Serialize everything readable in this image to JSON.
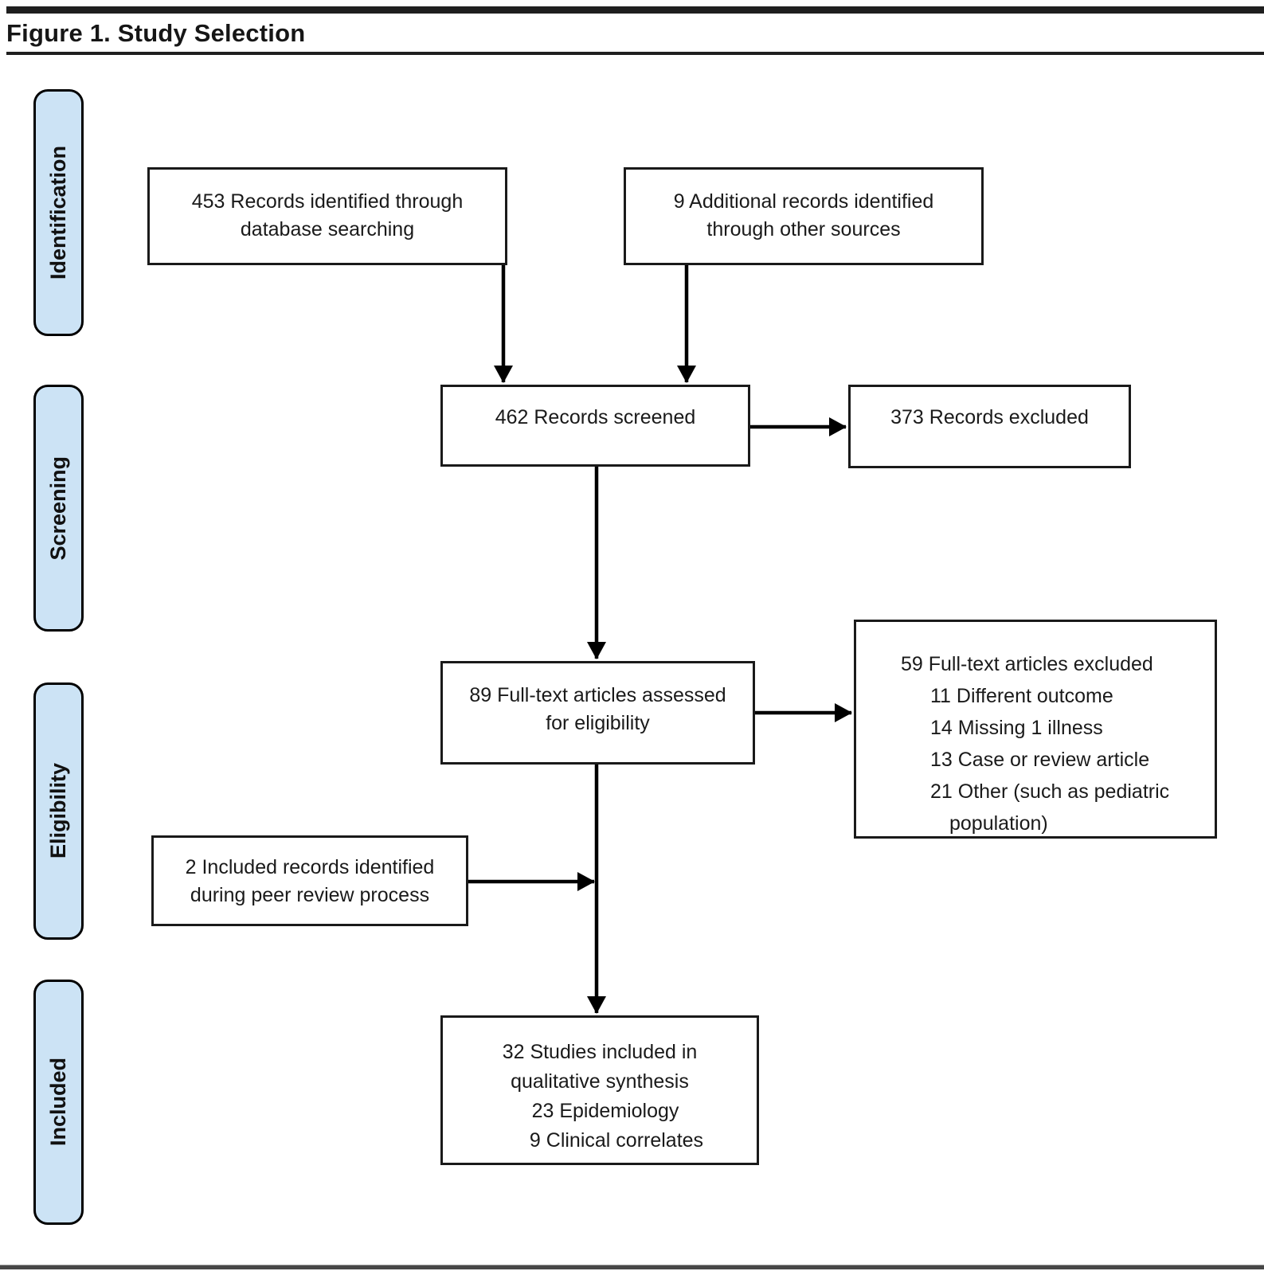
{
  "figure": {
    "title": "Figure 1. Study Selection"
  },
  "colors": {
    "stage_fill": "#cce3f5",
    "line_color": "#000000",
    "box_border": "#1a1a1a",
    "text_color": "#1a1a1a",
    "rule_color": "#1f1f1f"
  },
  "stages": [
    {
      "label": "Identification"
    },
    {
      "label": "Screening"
    },
    {
      "label": "Eligibility"
    },
    {
      "label": "Included"
    }
  ],
  "boxes": {
    "records_database": {
      "lines": [
        "453 Records identified through",
        "database searching"
      ]
    },
    "records_other": {
      "lines": [
        "9 Additional records identified",
        "through other sources"
      ]
    },
    "records_screened": {
      "lines": [
        "462 Records screened"
      ]
    },
    "records_excluded": {
      "lines": [
        "373 Records excluded"
      ]
    },
    "fulltext_assessed": {
      "lines": [
        "89 Full-text articles assessed",
        "for eligibility"
      ]
    },
    "fulltext_excluded": {
      "lines": [
        "59 Full-text articles excluded",
        "11 Different outcome",
        "14 Missing 1 illness",
        "13 Case or review article",
        "21 Other (such as pediatric",
        "population)"
      ]
    },
    "peer_review_records": {
      "lines": [
        "2 Included records identified",
        "during peer review process"
      ]
    },
    "studies_included": {
      "lines": [
        "32 Studies included in",
        "qualitative synthesis",
        "23 Epidemiology",
        "9 Clinical correlates"
      ]
    }
  }
}
